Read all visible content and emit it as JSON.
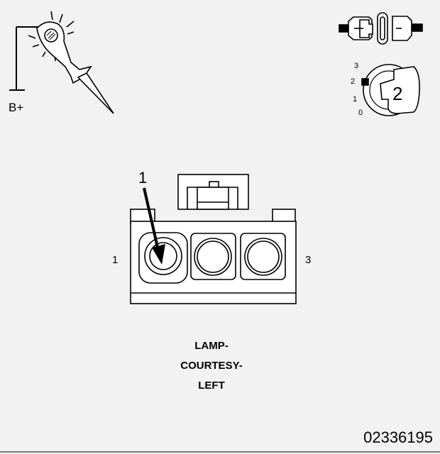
{
  "probe": {
    "supply_label": "B+",
    "icon": "test-light-probe-icon"
  },
  "ignition": {
    "connector_icon": "disconnected-connector-icon",
    "key_icon": "ignition-key-icon",
    "positions": [
      "3",
      "2",
      "1",
      "0"
    ],
    "selected_position": "2"
  },
  "connector": {
    "callout": "1",
    "pin_left_label": "1",
    "pin_right_label": "3",
    "cavities": 3,
    "probed_cavity": 1
  },
  "component_name": {
    "line1": "LAMP-",
    "line2": "COURTESY-",
    "line3": "LEFT"
  },
  "figure_id": "02336195",
  "colors": {
    "line": "#000000",
    "background": "#f2f2f2",
    "fill": "#ffffff"
  }
}
